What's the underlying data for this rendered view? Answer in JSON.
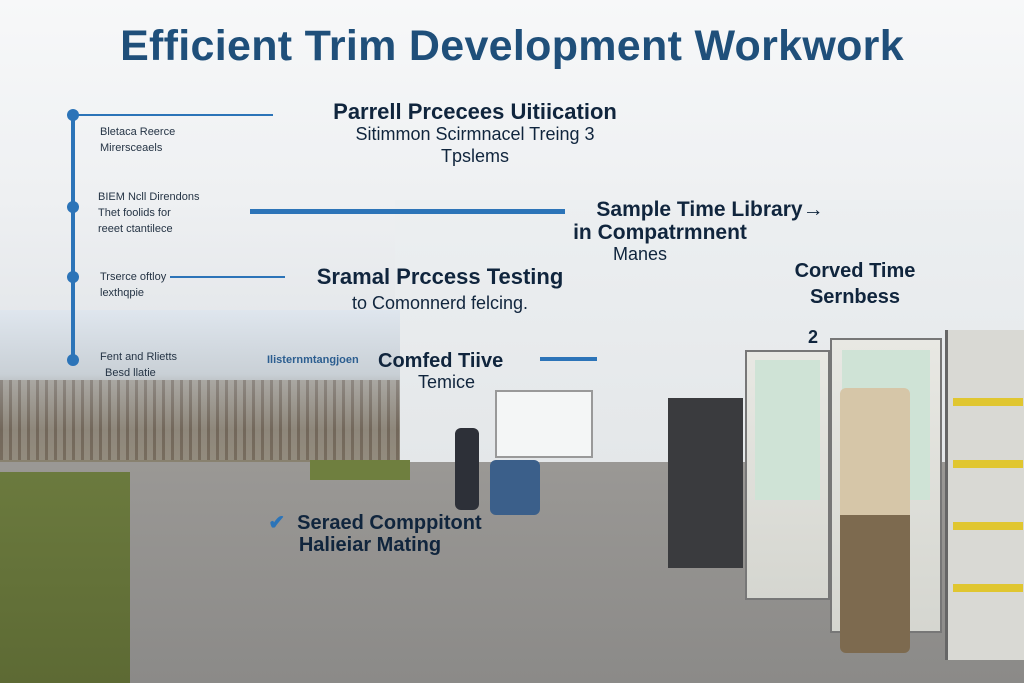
{
  "title": "Efficient Trim Development Workwork",
  "timeline": [
    {
      "lines": [
        "Bletaca Reerce",
        "Mirersceaels"
      ]
    },
    {
      "lines": [
        "BIEM Ncll Direndons",
        "Thet foolids for",
        "reeet ctantilece"
      ]
    },
    {
      "lines": [
        "Trserce oftloy",
        "lexthqpie"
      ]
    },
    {
      "lines": [
        "Fent and   Rlietts",
        "Besd llatie"
      ]
    }
  ],
  "callouts": {
    "parallel": {
      "heading": "Parrell Prcecees Uitiication",
      "sub": "Sitimmon Scirmnacel Treing 3",
      "sub2": "Tpslems"
    },
    "sample": {
      "heading": "Sample Time  Library",
      "arrow": "→",
      "sub": "in Compatrmnent",
      "sub2": "Manes"
    },
    "process": {
      "heading": "Sramal Prccess Testing",
      "sub": "to Comonnerd felcing."
    },
    "curved": {
      "heading": "Corved Time",
      "sub": "Sernbess"
    },
    "number": "2",
    "small_label": "Ilisternmtangjoen",
    "comfed": {
      "heading": "Comfed Tiive",
      "sub": "Temice"
    },
    "serased": {
      "check": "✔",
      "heading": "Seraed Comppitont",
      "sub": "Halieiar Mating"
    }
  },
  "colors": {
    "accent": "#2c74b8",
    "title": "#1f4f7a",
    "text": "#10253d"
  }
}
